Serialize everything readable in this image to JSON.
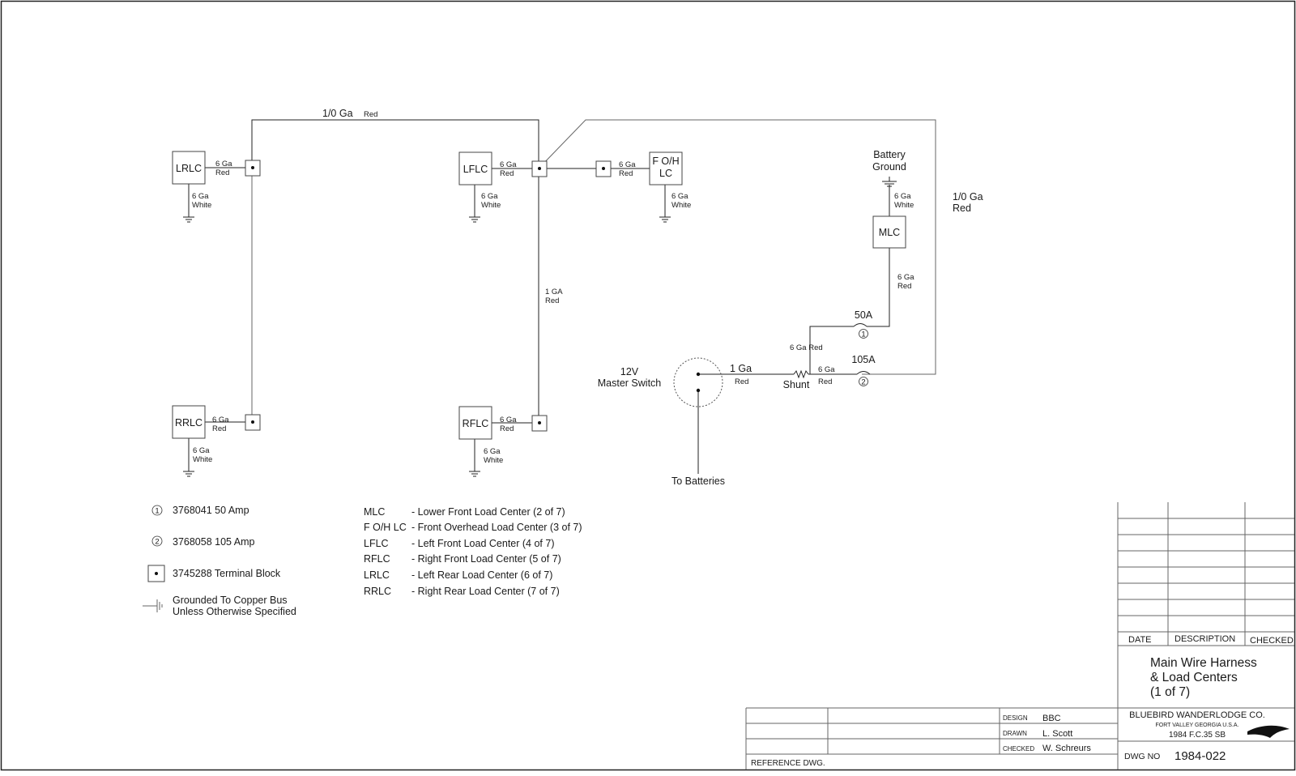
{
  "components": {
    "lrlc": "LRLC",
    "lflc": "LFLC",
    "fohlc_line1": "F O/H",
    "fohlc_line2": "LC",
    "mlc": "MLC",
    "rrlc": "RRLC",
    "rflc": "RFLC"
  },
  "wires": {
    "top_gauge": "1/0 Ga",
    "top_color": "Red",
    "right_gauge": "1/0 Ga",
    "right_color": "Red",
    "six_ga": "6 Ga",
    "red": "Red",
    "white": "White",
    "one_ga_caps": "1 GA",
    "one_ga": "1 Ga",
    "six_ga_red_inline": "6 Ga Red"
  },
  "labels": {
    "battery_ground_line1": "Battery",
    "battery_ground_line2": "Ground",
    "master_switch_line1": "12V",
    "master_switch_line2": "Master Switch",
    "to_batteries": "To Batteries",
    "shunt": "Shunt",
    "fuse_50": "50A",
    "fuse_105": "105A",
    "fuse_mark_1": "1",
    "fuse_mark_2": "2"
  },
  "parts_legend": [
    {
      "symbol": "1",
      "text": "3768041  50 Amp"
    },
    {
      "symbol": "2",
      "text": "3768058  105 Amp"
    },
    {
      "symbol": "terminal-block",
      "text": "3745288  Terminal Block"
    },
    {
      "symbol": "ground",
      "text": "Grounded To Copper Bus",
      "text2": "Unless Otherwise Specified"
    }
  ],
  "load_center_legend": [
    {
      "abbr": "MLC",
      "desc": "- Lower Front Load Center  (2 of 7)"
    },
    {
      "abbr": "F O/H LC",
      "desc": "- Front Overhead Load Center  (3 of 7)"
    },
    {
      "abbr": "LFLC",
      "desc": "- Left Front Load Center  (4 of 7)"
    },
    {
      "abbr": "RFLC",
      "desc": "- Right Front Load Center  (5 of 7)"
    },
    {
      "abbr": "LRLC",
      "desc": "- Left Rear Load Center  (6 of 7)"
    },
    {
      "abbr": "RRLC",
      "desc": "- Right Rear Load Center  (7 of 7)"
    }
  ],
  "revision_block": {
    "date_header": "DATE",
    "description_header": "DESCRIPTION",
    "checked_header": "CHECKED"
  },
  "title_block": {
    "title_line1": "Main Wire Harness",
    "title_line2": "& Load Centers",
    "title_line3": "(1 of 7)",
    "design_label": "DESIGN",
    "design_value": "BBC",
    "drawn_label": "DRAWN",
    "drawn_value": "L. Scott",
    "checked_label": "CHECKED",
    "checked_value": "W. Schreurs",
    "reference_label": "REFERENCE DWG.",
    "company": "BLUEBIRD WANDERLODGE CO.",
    "location": "FORT VALLEY GEORGIA U.S.A.",
    "model": "1984 F.C.35 SB",
    "dwg_no_label": "DWG NO",
    "dwg_no_value": "1984-022"
  }
}
